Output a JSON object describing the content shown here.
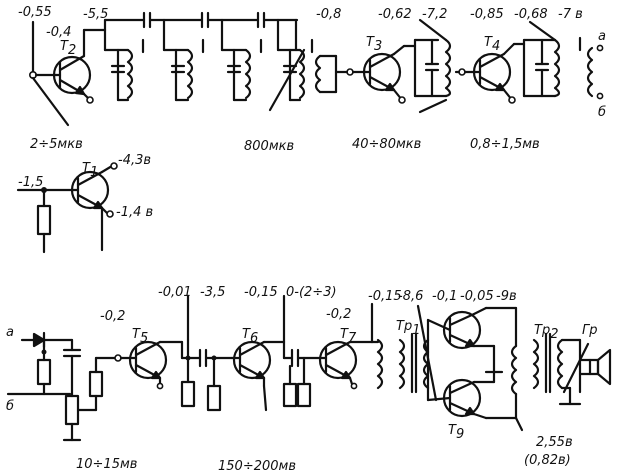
{
  "top": {
    "t2": {
      "name": "T",
      "sub": "2",
      "v_left": "-0,55",
      "v_base": "-0,4",
      "v_coll": "-5,5",
      "v_in": "2÷5мкв"
    },
    "mid_level": "800мкв",
    "t3": {
      "name": "T",
      "sub": "3",
      "v_base": "-0,8",
      "v_e": "-0,62",
      "v_c": "-7,2",
      "v_sig": "40÷80мкв"
    },
    "t4": {
      "name": "T",
      "sub": "4",
      "v_base": "-0,85",
      "v_e": "-0,68",
      "v_c": "-7 в",
      "v_sig": "0,8÷1,5мв"
    },
    "out_a": "а",
    "out_b": "б"
  },
  "t1": {
    "name": "T",
    "sub": "1",
    "v_base": "-1,5",
    "v_c": "-4,3в",
    "v_e": "-1,4 в"
  },
  "bottom": {
    "in_a": "а",
    "in_b": "б",
    "t5": {
      "name": "T",
      "sub": "5",
      "v_base": "-0,2",
      "v_e": "-0,01",
      "v_c": "-3,5",
      "v_sig": "10÷15мв"
    },
    "t6": {
      "name": "T",
      "sub": "6",
      "v_e": "-0,15",
      "v_c": "0-(2÷3)",
      "v_sig": "150÷200мв"
    },
    "t7": {
      "name": "T",
      "sub": "7",
      "v_base": "-0,2",
      "v_e": "-0,15",
      "v_c": "-8,6"
    },
    "tr1": {
      "name": "Тр",
      "sub": "1"
    },
    "push_pull": {
      "v1": "-0,1",
      "v2": "-0,05",
      "v3": "-9в"
    },
    "t9": {
      "name": "T",
      "sub": "9"
    },
    "tr2": {
      "name": "Тр",
      "sub": "2"
    },
    "speaker": {
      "name": "Гр"
    },
    "out_level": "2,55в",
    "out_level_alt": "(0,82в)"
  }
}
